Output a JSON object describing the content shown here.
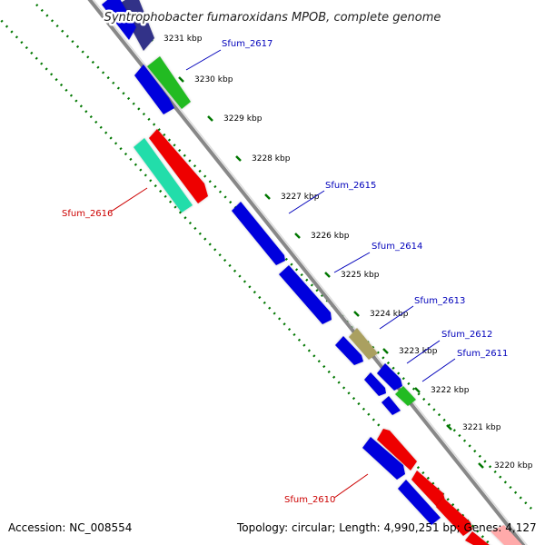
{
  "title": "Syntrophobacter fumaroxidans MPOB, complete genome",
  "colors": {
    "blue": "#0000dd",
    "red": "#ee0000",
    "green": "#22bb22",
    "teal": "#22ddaa",
    "olive": "#aaa060",
    "navy": "#333388",
    "backbone": "#888888",
    "ruler": "#007700",
    "label_blue": "#0000bb",
    "label_red": "#cc0000"
  },
  "ticks": [
    "3231 kbp",
    "3230 kbp",
    "3229 kbp",
    "3228 kbp",
    "3227 kbp",
    "3226 kbp",
    "3225 kbp",
    "3224 kbp",
    "3223 kbp",
    "3222 kbp",
    "3221 kbp",
    "3220 kbp"
  ],
  "gene_labels": {
    "sfum_2617": "Sfum_2617",
    "sfum_2616": "Sfum_2616",
    "sfum_2615": "Sfum_2615",
    "sfum_2614": "Sfum_2614",
    "sfum_2613": "Sfum_2613",
    "sfum_2612": "Sfum_2612",
    "sfum_2611": "Sfum_2611",
    "sfum_2610": "Sfum_2610"
  },
  "footer": {
    "accession": "Accession: NC_008554",
    "topology": "Topology: circular; Length: 4,990,251 bp; Genes: 4,127"
  }
}
